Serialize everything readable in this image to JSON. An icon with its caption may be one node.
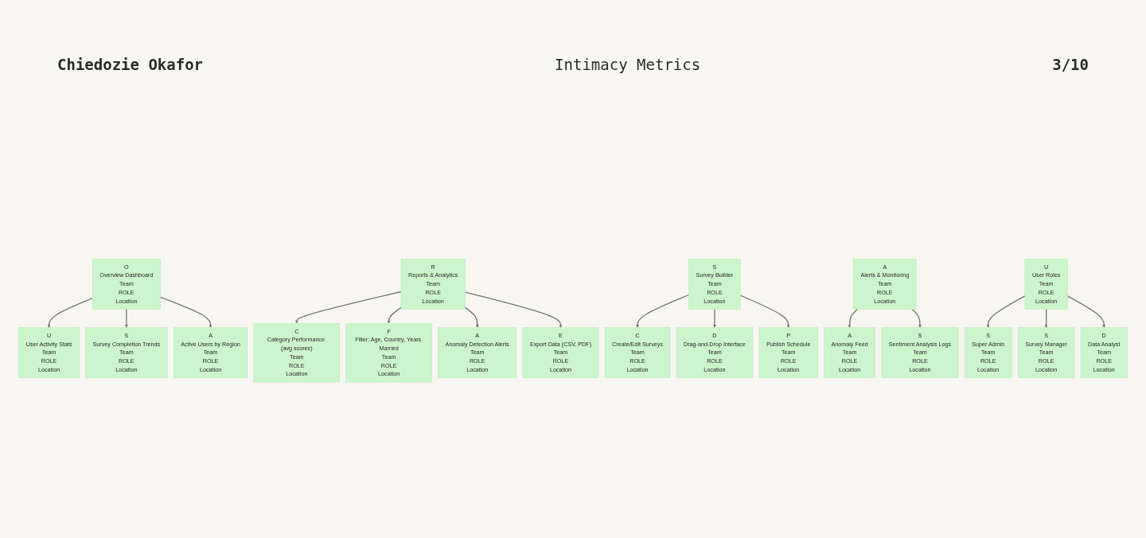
{
  "diagram": {
    "title": "Intimacy Metrics",
    "nodes": [
      {
        "text": [
          "O",
          "Overview Dashboard",
          "Team",
          "ROLE",
          "Location"
        ]
      },
      {
        "text": [
          "U",
          "User Activity Stats",
          "Team",
          "ROLE",
          "Location"
        ]
      },
      {
        "text": [
          "S",
          "Survey Completion Trends",
          "Team",
          "ROLE",
          "Location"
        ]
      },
      {
        "text": [
          "A",
          "Active Users by Region",
          "Team",
          "ROLE",
          "Location"
        ]
      },
      {
        "text": [
          "R",
          "Reports & Analytics",
          "Team",
          "ROLE",
          "Location"
        ]
      },
      {
        "text": [
          "C",
          "Category Performance (avg scores)",
          "Team",
          "ROLE",
          "Location"
        ]
      },
      {
        "text": [
          "F",
          "Filter: Age, Country, Years Married",
          "Team",
          "ROLE",
          "Location"
        ]
      },
      {
        "text": [
          "A",
          "Anomaly Detection Alerts",
          "Team",
          "ROLE",
          "Location"
        ]
      },
      {
        "text": [
          "E",
          "Export Data (CSV, PDF)",
          "Team",
          "ROLE",
          "Location"
        ]
      },
      {
        "text": [
          "S",
          "Survey Builder",
          "Team",
          "ROLE",
          "Location"
        ]
      },
      {
        "text": [
          "C",
          "Create/Edit Surveys",
          "Team",
          "ROLE",
          "Location"
        ]
      },
      {
        "text": [
          "D",
          "Drag-and-Drop Interface",
          "Team",
          "ROLE",
          "Location"
        ]
      },
      {
        "text": [
          "P",
          "Publish Schedule",
          "Team",
          "ROLE",
          "Location"
        ]
      },
      {
        "text": [
          "A",
          "Alerts & Monitoring",
          "Team",
          "ROLE",
          "Location"
        ]
      },
      {
        "text": [
          "A",
          "Anomaly Feed",
          "Team",
          "ROLE",
          "Location"
        ]
      },
      {
        "text": [
          "S",
          "Sentiment Analysis Logs",
          "Team",
          "ROLE",
          "Location"
        ]
      },
      {
        "text": [
          "U",
          "User Roles",
          "Team",
          "ROLE",
          "Location"
        ]
      },
      {
        "text": [
          "S",
          "Super Admin",
          "Team",
          "ROLE",
          "Location"
        ]
      },
      {
        "text": [
          "S",
          "Survey Manager",
          "Team",
          "ROLE",
          "Location"
        ]
      },
      {
        "text": [
          "D",
          "Data Analyst",
          "Team",
          "ROLE",
          "Location"
        ]
      }
    ],
    "edges": [
      {
        "from": 0,
        "to": 1,
        "arrow": "to"
      },
      {
        "from": 0,
        "to": 2,
        "arrow": "to"
      },
      {
        "from": 0,
        "to": 3,
        "arrow": "to"
      },
      {
        "from": 4,
        "to": 5,
        "arrow": "to"
      },
      {
        "from": 4,
        "to": 6,
        "arrow": "to"
      },
      {
        "from": 4,
        "to": 7,
        "arrow": "to"
      },
      {
        "from": 4,
        "to": 8,
        "arrow": "to"
      },
      {
        "from": 9,
        "to": 10,
        "arrow": "to"
      },
      {
        "from": 9,
        "to": 11,
        "arrow": "to"
      },
      {
        "from": 9,
        "to": 12,
        "arrow": "to"
      },
      {
        "from": 13,
        "to": 14,
        "arrow": "to"
      },
      {
        "from": 13,
        "to": 15,
        "arrow": "to"
      },
      {
        "from": 16,
        "to": 17,
        "arrow": "to"
      },
      {
        "from": 16,
        "to": 18,
        "arrow": "to"
      },
      {
        "from": 16,
        "to": 19,
        "arrow": "to"
      }
    ],
    "labels": [
      "Chiedozie Okafor",
      "3/10"
    ]
  }
}
